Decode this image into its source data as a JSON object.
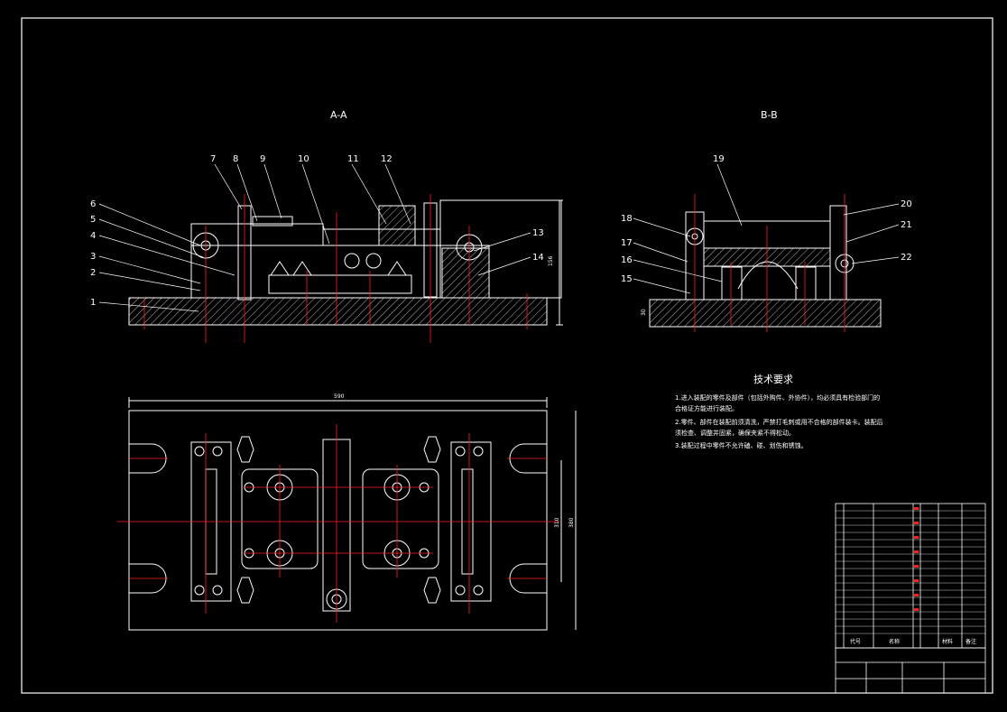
{
  "section_titles": {
    "aa": "A-A",
    "bb": "B-B"
  },
  "part_numbers": [
    "1",
    "2",
    "3",
    "4",
    "5",
    "6",
    "7",
    "8",
    "9",
    "10",
    "11",
    "12",
    "13",
    "14",
    "15",
    "16",
    "17",
    "18",
    "19",
    "20",
    "21",
    "22"
  ],
  "dimensions": {
    "overall_length": "590",
    "width_inner": "310",
    "width_outer": "380",
    "height_aa": "156",
    "height_bb": "30"
  },
  "tech_requirements": {
    "heading": "技术要求",
    "lines": [
      "1.进入装配的零件及部件（包括外购件、外协件），均必须具有检验部门的",
      "合格证方能进行装配。",
      "2.零件、部件在装配前须清洗，严禁打毛刺或用不合格的部件装卡。装配后",
      "须检查、调整并固紧，确保夹紧不得松动。",
      "3.装配过程中零件不允许磕、碰、划伤和锈蚀。"
    ]
  },
  "title_block": {
    "col_code": "代号",
    "col_name": "名称",
    "col_material": "材料",
    "col_remark": "备注"
  },
  "colors": {
    "background": "#000000",
    "outline": "#ffffff",
    "centerline": "#ff2020",
    "hatch": "#ffffff"
  }
}
